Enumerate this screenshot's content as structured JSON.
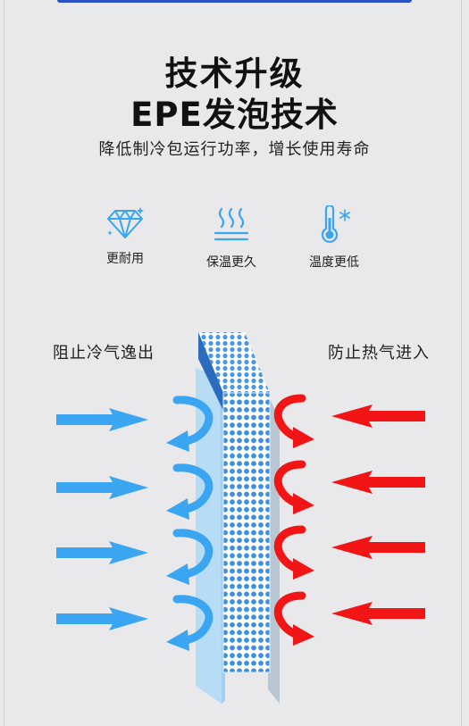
{
  "header": {
    "title_line1": "技术升级",
    "title_line2": "EPE发泡技术",
    "subtitle": "降低制冷包运行功率，增长使用寿命"
  },
  "features": [
    {
      "icon": "diamond-icon",
      "label": "更耐用"
    },
    {
      "icon": "heat-waves-icon",
      "label": "保温更久"
    },
    {
      "icon": "thermometer-snowflake-icon",
      "label": "温度更低"
    }
  ],
  "diagram": {
    "left_label": "阻止冷气逸出",
    "right_label": "防止热气进入",
    "cold_color": "#3aa6f2",
    "hot_color": "#f21515",
    "foam_color": "#3f8fe0"
  },
  "colors": {
    "background": "#e9e8ea",
    "accent_blue": "#3aa6f2",
    "top_bar": "#2a52c6"
  }
}
